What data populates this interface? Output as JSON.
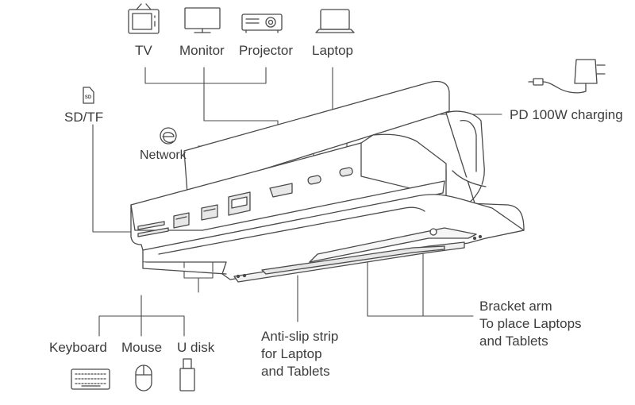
{
  "labels": {
    "tv": "TV",
    "monitor": "Monitor",
    "projector": "Projector",
    "laptop": "Laptop",
    "sd_tf": "SD/TF",
    "sd_icon_text": "SD",
    "network": "Network",
    "pd_charging": "PD 100W charging",
    "keyboard": "Keyboard",
    "mouse": "Mouse",
    "u_disk": "U disk",
    "anti_slip": [
      "Anti-slip strip",
      "for Laptop",
      "and Tablets"
    ],
    "bracket": [
      "Bracket arm",
      "To place Laptops",
      "and Tablets"
    ]
  },
  "icons": [
    "tv-icon",
    "monitor-icon",
    "projector-icon",
    "laptop-icon",
    "sd-card-icon",
    "ethernet-icon",
    "power-adapter-icon",
    "keyboard-icon",
    "mouse-icon",
    "usb-drive-icon"
  ],
  "colors": {
    "line": "#4a4a4a",
    "body_fill": "#ffffff",
    "port_fill": "#e8e8e8"
  }
}
